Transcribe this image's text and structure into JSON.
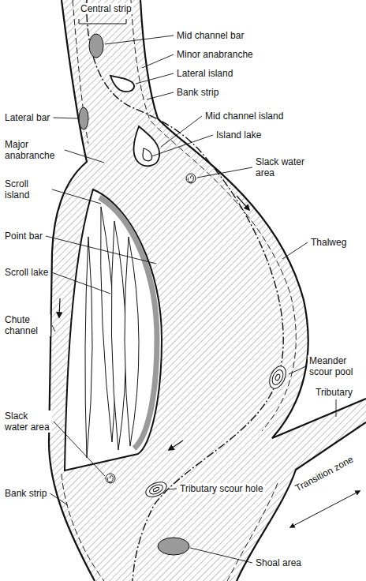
{
  "diagram": {
    "labels": [
      "Central strip",
      "Mid channel bar",
      "Minor anabranche",
      "Lateral island",
      "Lateral bar",
      "Bank strip",
      "Major anabranche",
      "Mid channel island",
      "Island lake",
      "Slack water area",
      "Scroll island",
      "Point bar",
      "Scroll lake",
      "Chute channel",
      "Slack water area",
      "Thalweg",
      "Meander scour pool",
      "Tributary",
      "Bank strip",
      "Transition zone",
      "Tributary scour hole",
      "Shoal area"
    ]
  }
}
